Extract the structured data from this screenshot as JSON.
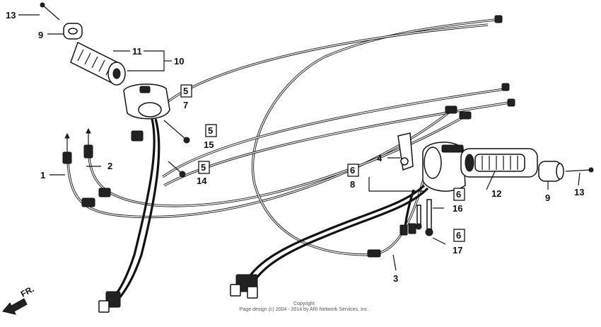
{
  "callouts": {
    "p1": "1",
    "p2": "2",
    "p3": "3",
    "p4": "4",
    "p5a": "5",
    "p5b": "5",
    "p5c": "5",
    "p6a": "6",
    "p6b": "6",
    "p6c": "6",
    "p7": "7",
    "p8": "8",
    "p9a": "9",
    "p9b": "9",
    "p10": "10",
    "p11": "11",
    "p12": "12",
    "p13a": "13",
    "p13b": "13",
    "p14": "14",
    "p15": "15",
    "p16": "16",
    "p17": "17"
  },
  "direction_label": "FR.",
  "copyright": {
    "line1": "Copyright",
    "line2": "Page design (c) 2004 - 2014 by ARI Network Services, Inc."
  }
}
